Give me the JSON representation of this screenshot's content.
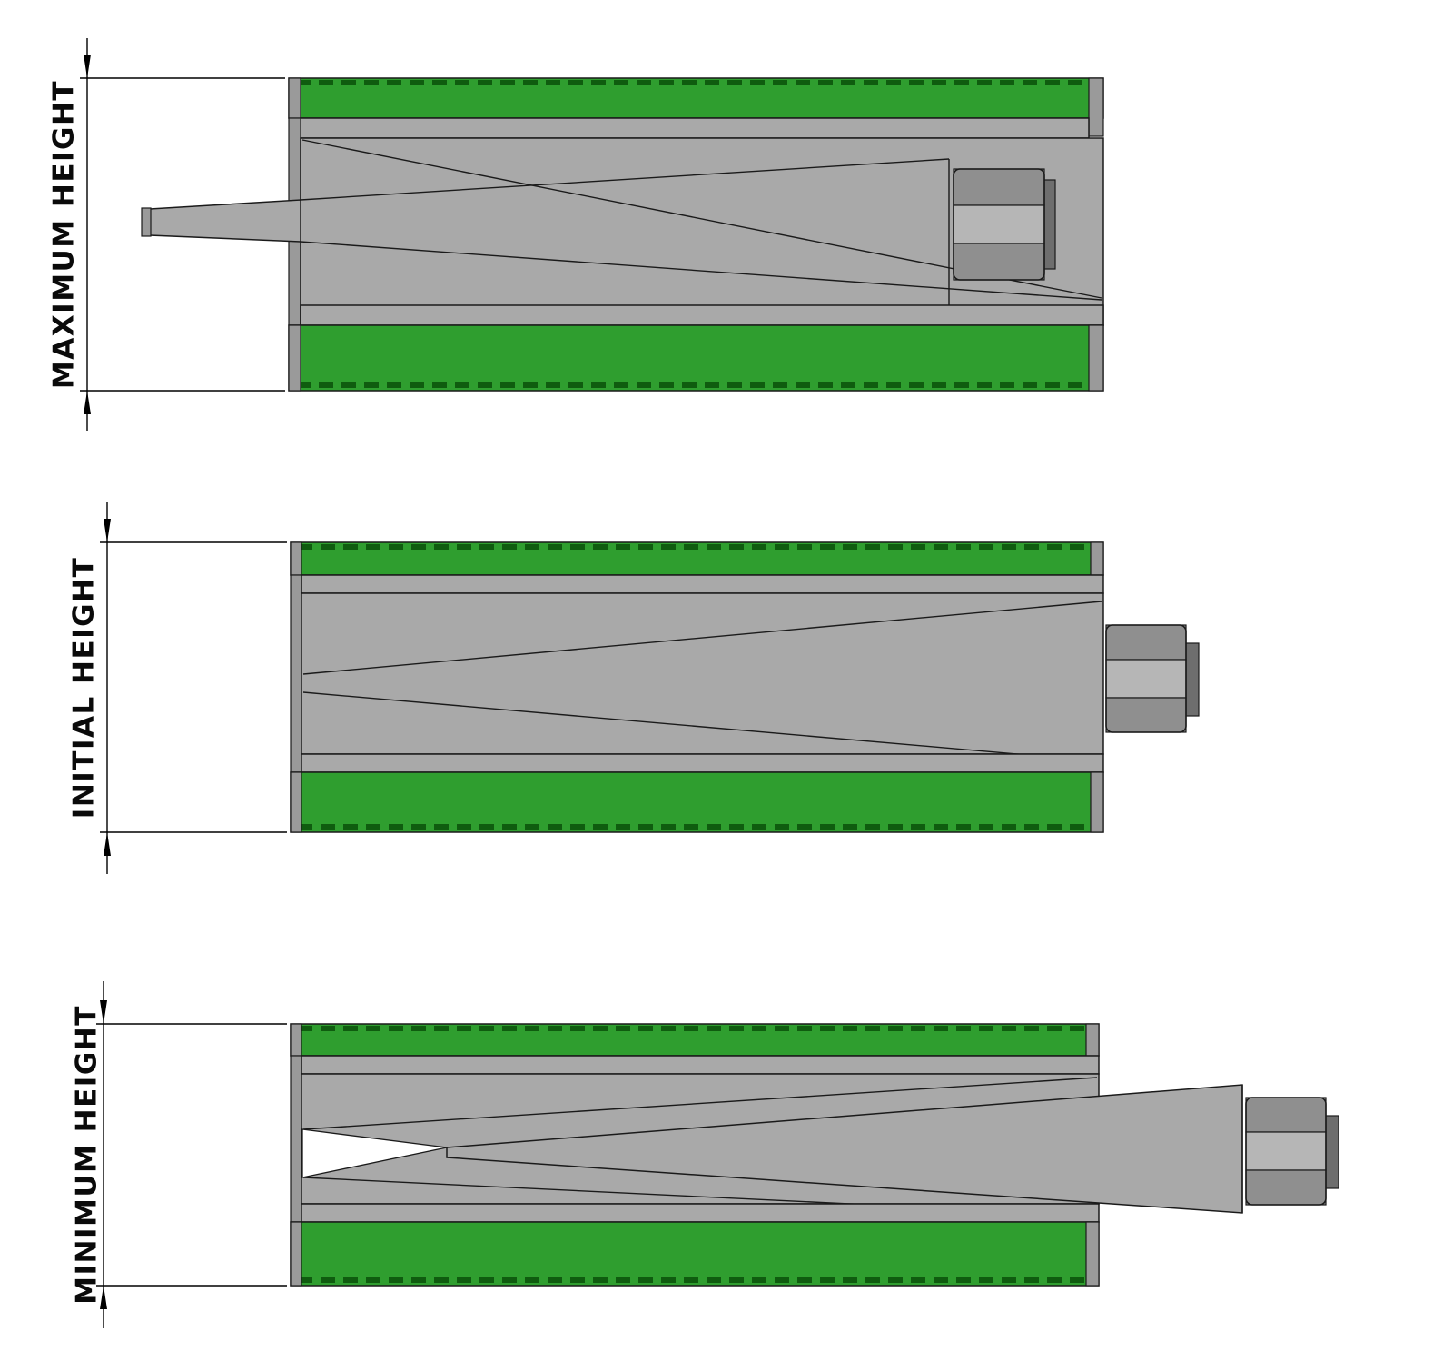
{
  "figures": [
    {
      "label": "MAXIMUM HEIGHT"
    },
    {
      "label": "INITIAL HEIGHT"
    },
    {
      "label": "MINIMUM HEIGHT"
    }
  ],
  "colors": {
    "pad-green": "#2f9e2f",
    "pad-green-dark": "#0f5c0f",
    "steel-gray": "#a9a9a9",
    "steel-gray-dark": "#8f8f8f",
    "steel-gray-light": "#b6b6b6",
    "bolt-dark": "#6e6e6e",
    "cap-gray": "#9a9a9a",
    "outline": "#1a1a1a"
  }
}
